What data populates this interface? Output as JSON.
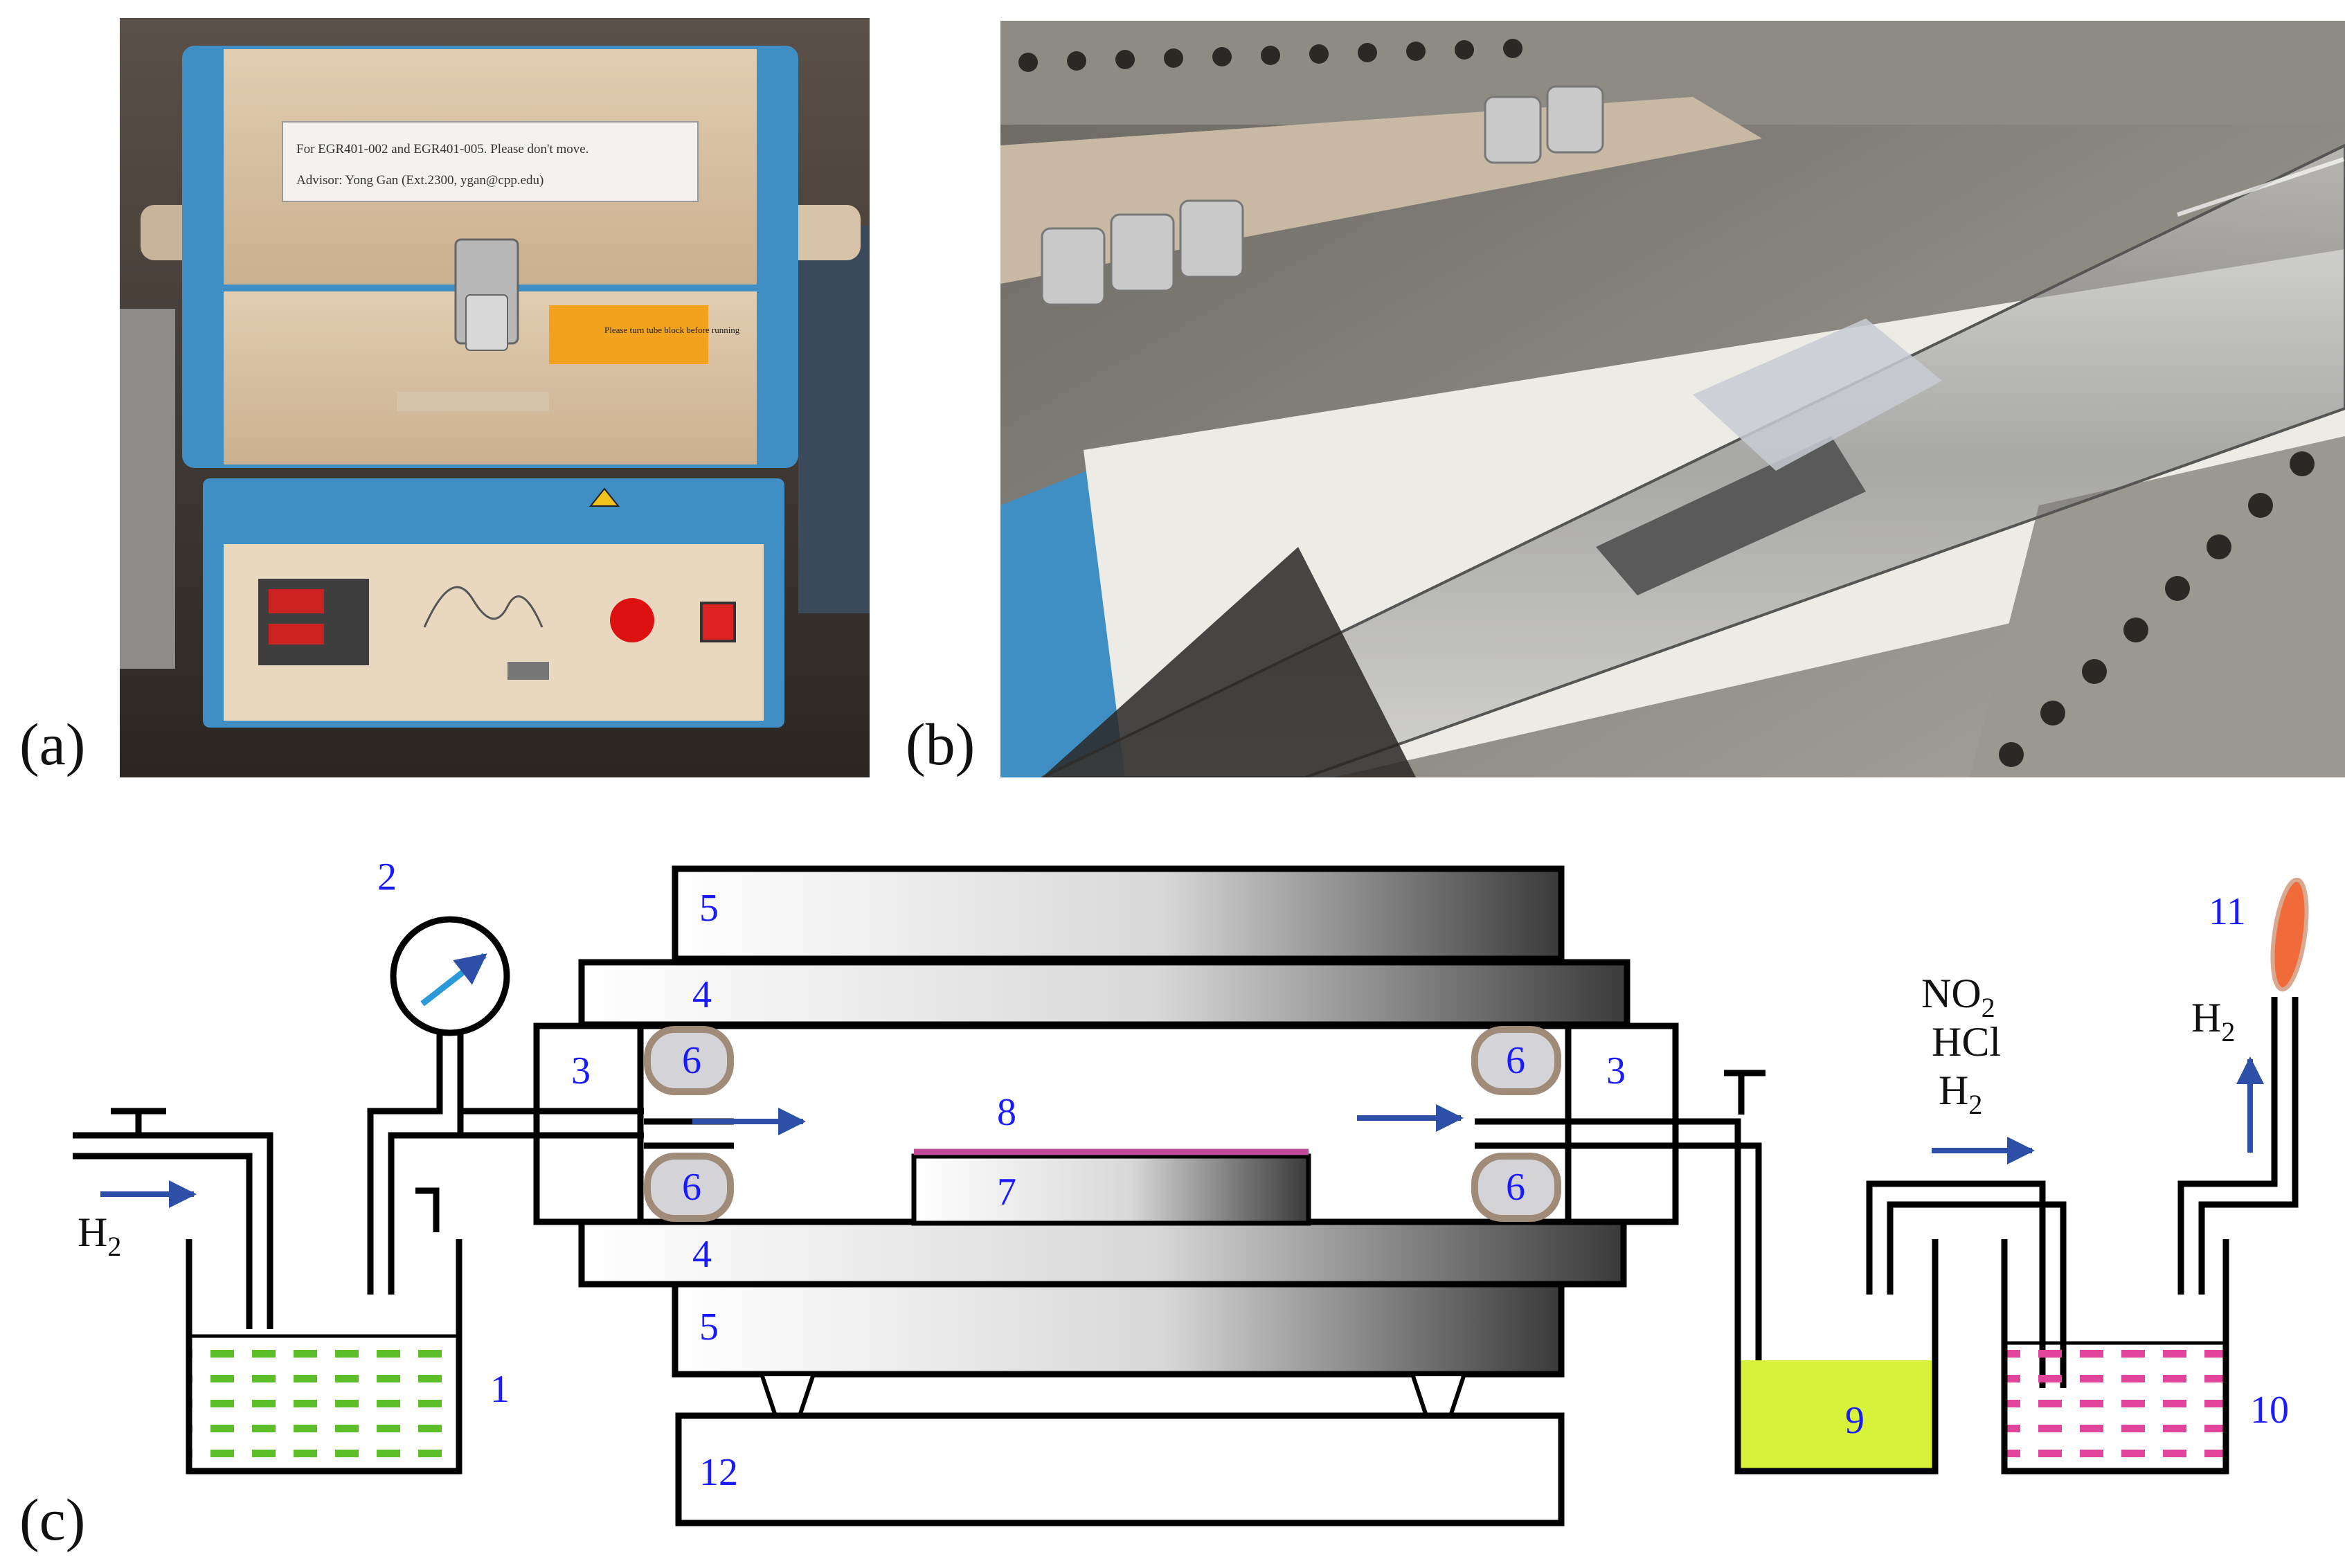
{
  "figure": {
    "panel_labels": {
      "a": "(a)",
      "b": "(b)",
      "c": "(c)"
    }
  },
  "photo_a": {
    "furnace_label_line1": "For EGR401-002 and EGR401-005. Please don't move.",
    "furnace_label_line2": "Advisor: Yong Gan (Ext.2300, ygan@cpp.edu)",
    "warning_sticker": "Please turn tube block before running",
    "colors": {
      "body": "#3f8fc4",
      "cover": "#d9c2a2",
      "panel": "#e8d8c0"
    }
  },
  "photo_b": {
    "colors": {
      "insulation": "#ecebe6",
      "metal": "#9b9892",
      "tube_dark": "#2a2826"
    }
  },
  "diagram": {
    "labels": {
      "n1": "1",
      "n2": "2",
      "n3_left": "3",
      "n3_right": "3",
      "n4_top": "4",
      "n4_bottom": "4",
      "n5_top": "5",
      "n5_bottom": "5",
      "n6_tl": "6",
      "n6_bl": "6",
      "n6_tr": "6",
      "n6_br": "6",
      "n7": "7",
      "n8": "8",
      "n9": "9",
      "n10": "10",
      "n11": "11",
      "n12": "12"
    },
    "gases": {
      "inlet": "H",
      "inlet_sub": "2",
      "exhaust_no": "NO",
      "exhaust_no_sub": "2",
      "exhaust_hcl": "HCl",
      "exhaust_h": "H",
      "exhaust_h_sub": "2",
      "flame_h": "H",
      "flame_h_sub": "2"
    },
    "colors": {
      "label_blue": "#1a1aff",
      "arrow_blue": "#2e4fa8",
      "water_green": "#5cbf2a",
      "naoh_yellow": "#d8f23a",
      "pink_liquid": "#e0459b",
      "sample_magenta": "#c24a9a",
      "flame_orange": "#f06a3a",
      "seal_gray": "#d3d3d8",
      "seal_brown": "#a08a78"
    }
  }
}
